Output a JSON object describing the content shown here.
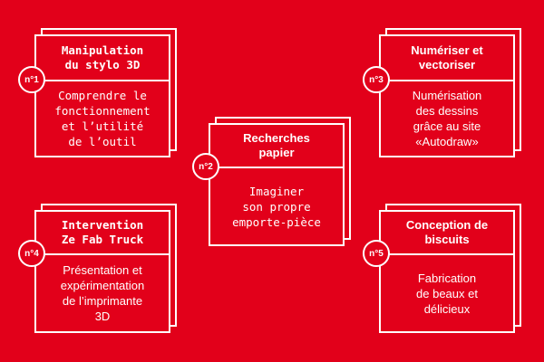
{
  "steps": [
    {
      "badge": "n°1",
      "title": "Manipulation\ndu stylo 3D",
      "description": "Comprendre le\nfonctionnement\net l’utilité\nde l’outil"
    },
    {
      "badge": "n°2",
      "title": "Recherches\npapier",
      "description": "Imaginer\nson propre\nemporte-pièce"
    },
    {
      "badge": "n°3",
      "title": "Numériser et\nvectoriser",
      "description": "Numérisation\ndes dessins\ngrâce au site\n«Autodraw»"
    },
    {
      "badge": "n°4",
      "title": "Intervention\nZe Fab Truck",
      "description": "Présentation et\nexpérimentation\nde l’imprimante\n3D"
    },
    {
      "badge": "n°5",
      "title": "Conception de\nbiscuits",
      "description": "Fabrication\nde beaux et\ndélicieux"
    }
  ]
}
